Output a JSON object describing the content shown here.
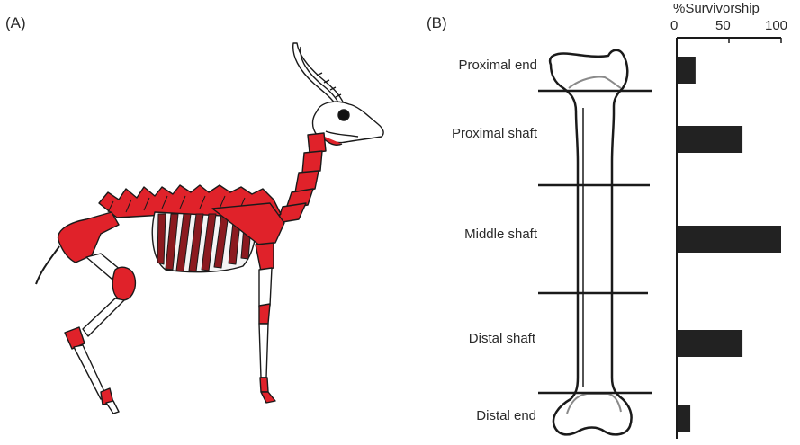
{
  "panel_labels": {
    "a": "(A)",
    "b": "(B)"
  },
  "segments": [
    {
      "name": "Proximal end"
    },
    {
      "name": "Proximal shaft"
    },
    {
      "name": "Middle shaft"
    },
    {
      "name": "Distal shaft"
    },
    {
      "name": "Distal end"
    }
  ],
  "colors": {
    "bone_highlight": "#e0222a",
    "bar": "#222222",
    "outline": "#1a1a1a"
  },
  "chart_data": {
    "type": "bar",
    "orientation": "horizontal",
    "title": "%Survivorship",
    "categories": [
      "Proximal end",
      "Proximal shaft",
      "Middle shaft",
      "Distal shaft",
      "Distal end"
    ],
    "values": [
      18,
      63,
      100,
      63,
      13
    ],
    "xlim": [
      0,
      100
    ],
    "xticks": [
      "0",
      "50",
      "100"
    ],
    "grid": false
  }
}
